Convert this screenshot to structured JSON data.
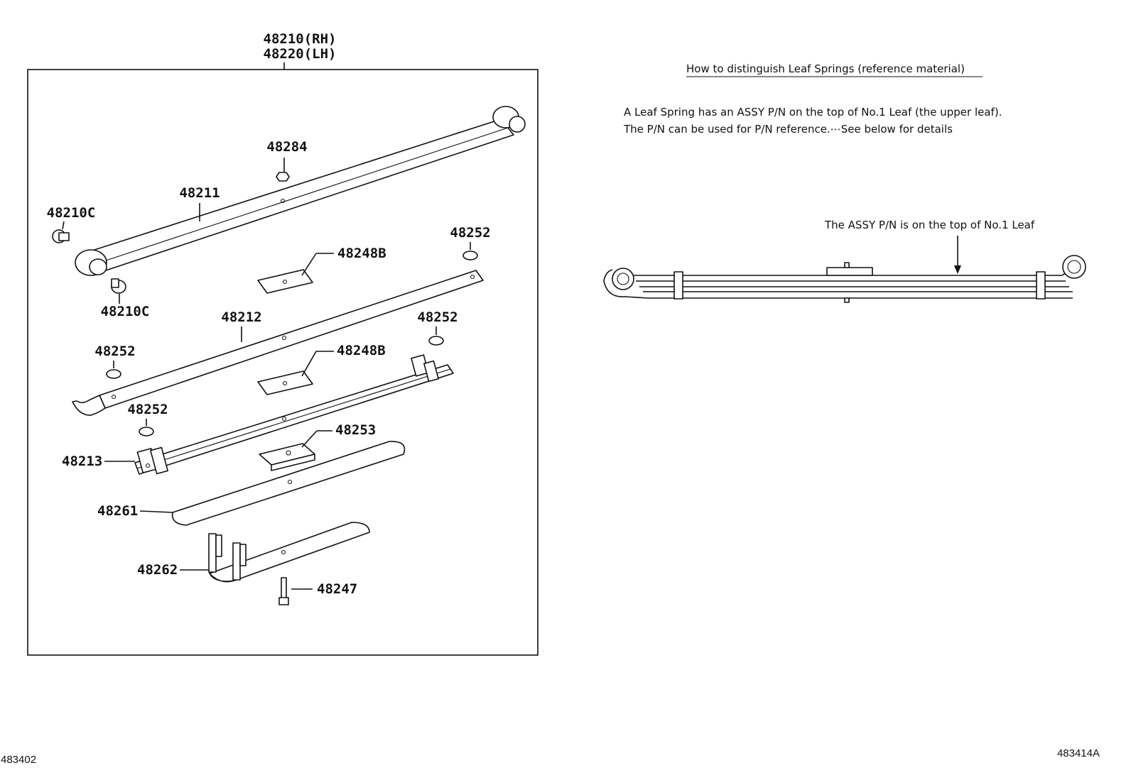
{
  "assembly": {
    "rh_label": "48210(RH)",
    "lh_label": "48220(LH)"
  },
  "parts": {
    "p48284": "48284",
    "p48211": "48211",
    "p48210c_top": "48210C",
    "p48210c_bottom": "48210C",
    "p48252_a": "48252",
    "p48248b_a": "48248B",
    "p48212": "48212",
    "p48252_b": "48252",
    "p48252_c": "48252",
    "p48248b_b": "48248B",
    "p48252_d": "48252",
    "p48253": "48253",
    "p48213": "48213",
    "p48261": "48261",
    "p48262": "48262",
    "p48247": "48247"
  },
  "reference": {
    "heading": "How to distinguish Leaf Springs (reference material)",
    "line1": "A Leaf Spring has an ASSY P/N on the top of No.1 Leaf (the upper leaf).",
    "line2": "The P/N can be used for P/N reference.⋯See below for details",
    "arrow_label": "The ASSY P/N is on the top of No.1 Leaf"
  },
  "footer": {
    "left_code": "483402",
    "right_code": "483414A"
  }
}
